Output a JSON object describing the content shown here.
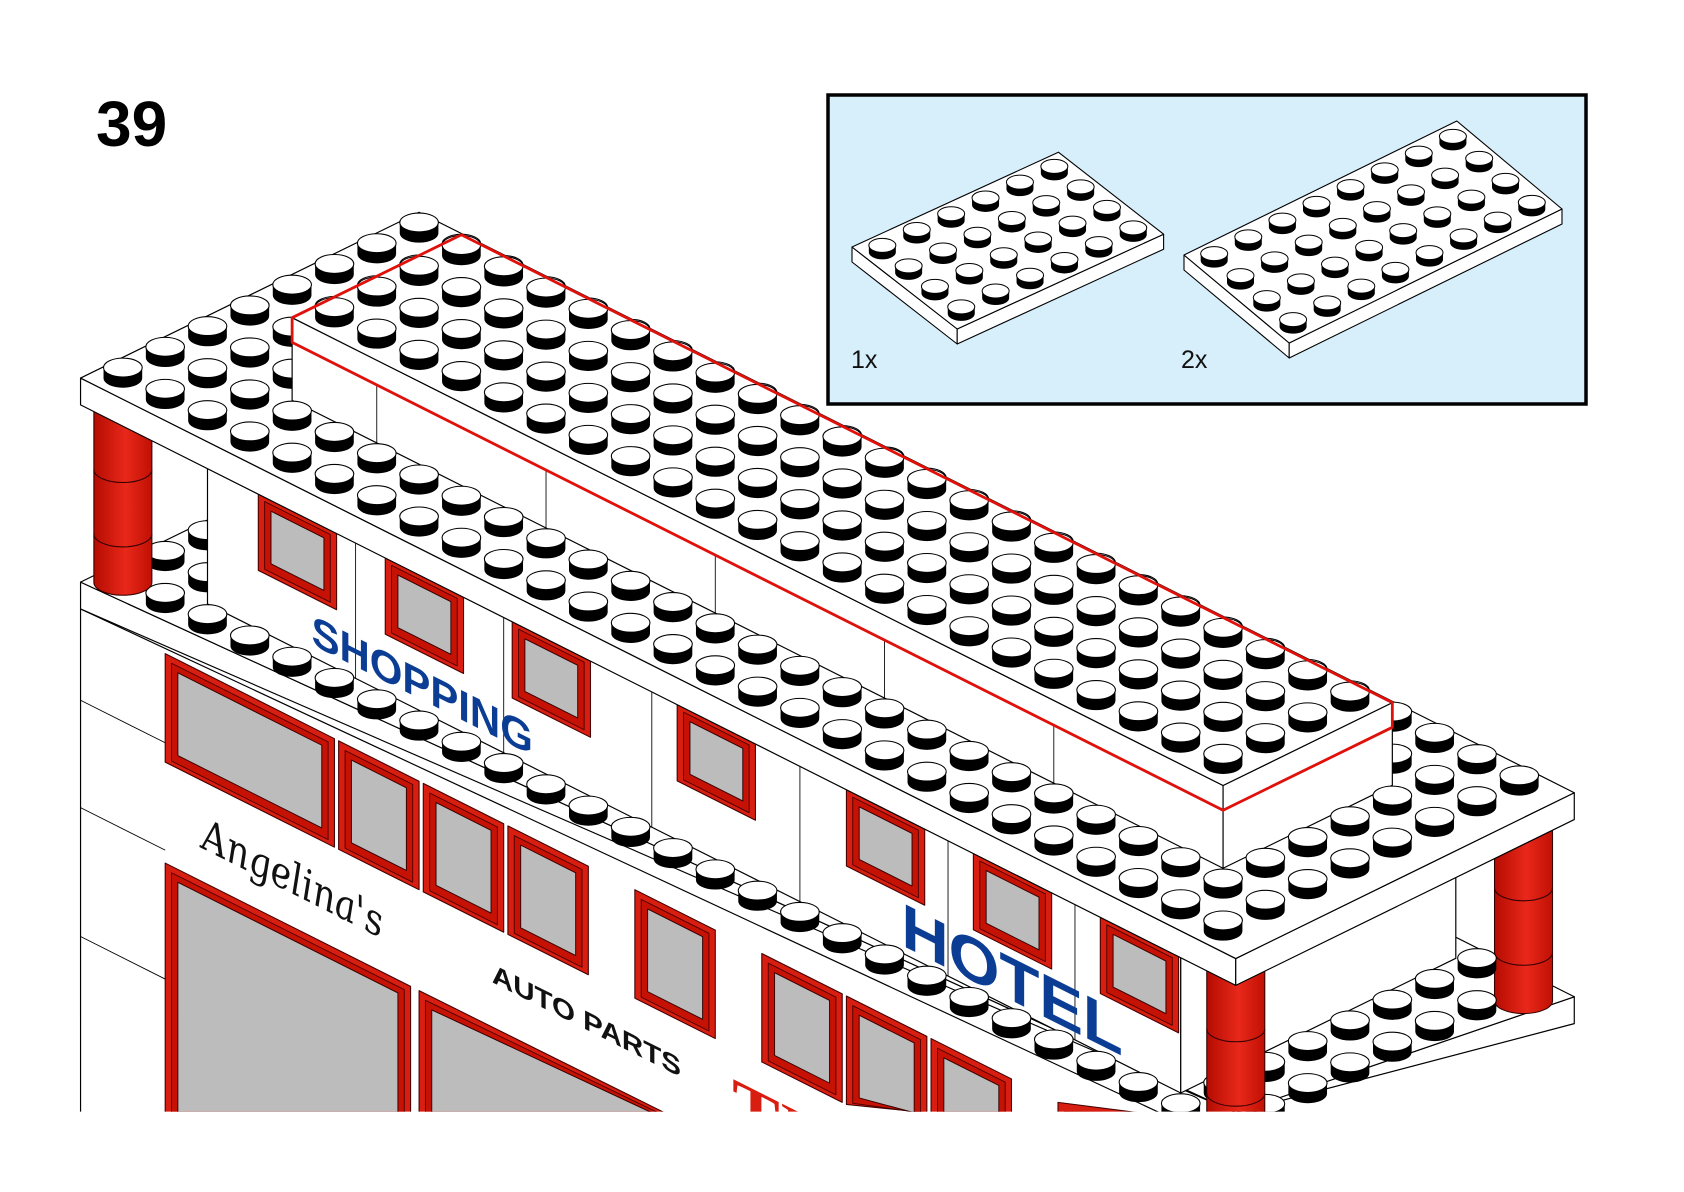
{
  "step": {
    "number": "39"
  },
  "parts_callout": {
    "items": [
      {
        "quantity": "1x",
        "part": "plate-4x6",
        "color": "white"
      },
      {
        "quantity": "2x",
        "part": "plate-4x8",
        "color": "white"
      }
    ],
    "background_color": "#d7eefb"
  },
  "model": {
    "signs": {
      "shopping": "SHOPPING",
      "hotel": "HOTEL",
      "angelinas": "Angelina's",
      "auto_parts": "AUTO PARTS",
      "partial_red_sign": "TI"
    },
    "colors": {
      "brick_white": "#ffffff",
      "brick_red": "#d81e10",
      "glass": "#bcbcbc",
      "highlight_outline": "#e0100a",
      "sign_blue": "#0b3d94"
    }
  }
}
